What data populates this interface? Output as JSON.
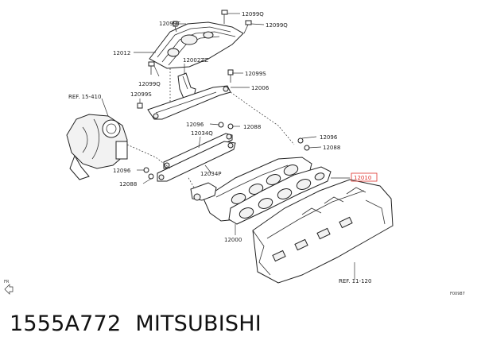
{
  "callouts": {
    "c12099t": "12099T",
    "c12099q_top1": "12099Q",
    "c12099q_top2": "12099Q",
    "c12012": "12012",
    "c12002zz": "12002ZZ",
    "c12099s_r": "12099S",
    "c12099q_l": "12099Q",
    "c12099s_l": "12099S",
    "c12006": "12006",
    "ref_turbo": "REF. 15-410",
    "c12096_a": "12096",
    "c12088_a": "12088",
    "c12034q": "12034Q",
    "c12096_b": "12096",
    "c12088_b": "12088",
    "c12096_c": "12096",
    "c12088_c": "12088",
    "c12034p": "12034P",
    "c12010_highlight": "12010",
    "c12000": "12000",
    "ref_head": "REF. 11-120",
    "fr": "FR",
    "figure_code": "F00987"
  },
  "caption": {
    "part_number": "1555A772",
    "brand": "MITSUBISHI"
  },
  "colors": {
    "highlight": "#e0302a",
    "line": "#333333"
  }
}
